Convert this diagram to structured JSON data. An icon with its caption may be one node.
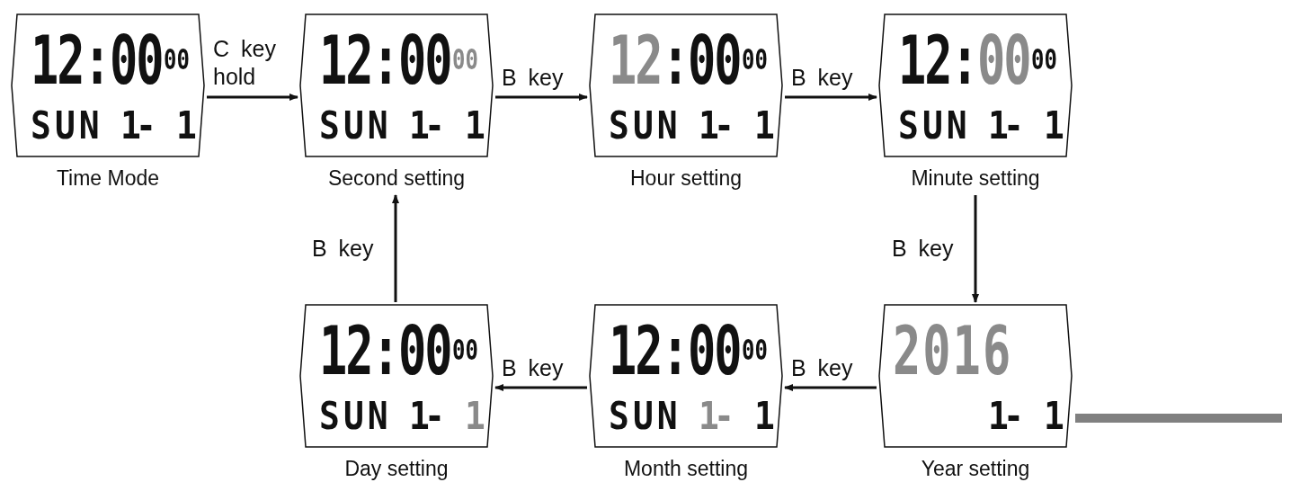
{
  "diagram": {
    "nodes": [
      {
        "text": [
          "12:00",
          "00",
          "SUN",
          "1-",
          "1"
        ],
        "beside": [
          "Time Mode"
        ]
      },
      {
        "text": [
          "12:00",
          "00",
          "SUN",
          "1-",
          "1"
        ],
        "beside": [
          "Second setting"
        ]
      },
      {
        "text": [
          "12:00",
          "00",
          "SUN",
          "1-",
          "1"
        ],
        "beside": [
          "Hour setting"
        ]
      },
      {
        "text": [
          "12:00",
          "00",
          "SUN",
          "1-",
          "1"
        ],
        "beside": [
          "Minute setting"
        ]
      },
      {
        "text": [
          "12:00",
          "00",
          "SUN",
          "1-",
          "1"
        ],
        "beside": [
          "Day setting"
        ]
      },
      {
        "text": [
          "12:00",
          "00",
          "SUN",
          "1-",
          "1"
        ],
        "beside": [
          "Month setting"
        ]
      },
      {
        "text": [
          "2016",
          "1-",
          "1"
        ],
        "beside": [
          "Year setting"
        ]
      }
    ],
    "edges": [
      {
        "from": 0,
        "to": 1,
        "arrow": "to",
        "label": "C key hold"
      },
      {
        "from": 1,
        "to": 2,
        "arrow": "to",
        "label": "B key"
      },
      {
        "from": 2,
        "to": 3,
        "arrow": "to",
        "label": "B key"
      },
      {
        "from": 3,
        "to": 6,
        "arrow": "to",
        "label": "B key"
      },
      {
        "from": 6,
        "to": 5,
        "arrow": "to",
        "label": "B key"
      },
      {
        "from": 5,
        "to": 4,
        "arrow": "to",
        "label": "B key"
      },
      {
        "from": 4,
        "to": 1,
        "arrow": "to",
        "label": "B key"
      }
    ]
  }
}
